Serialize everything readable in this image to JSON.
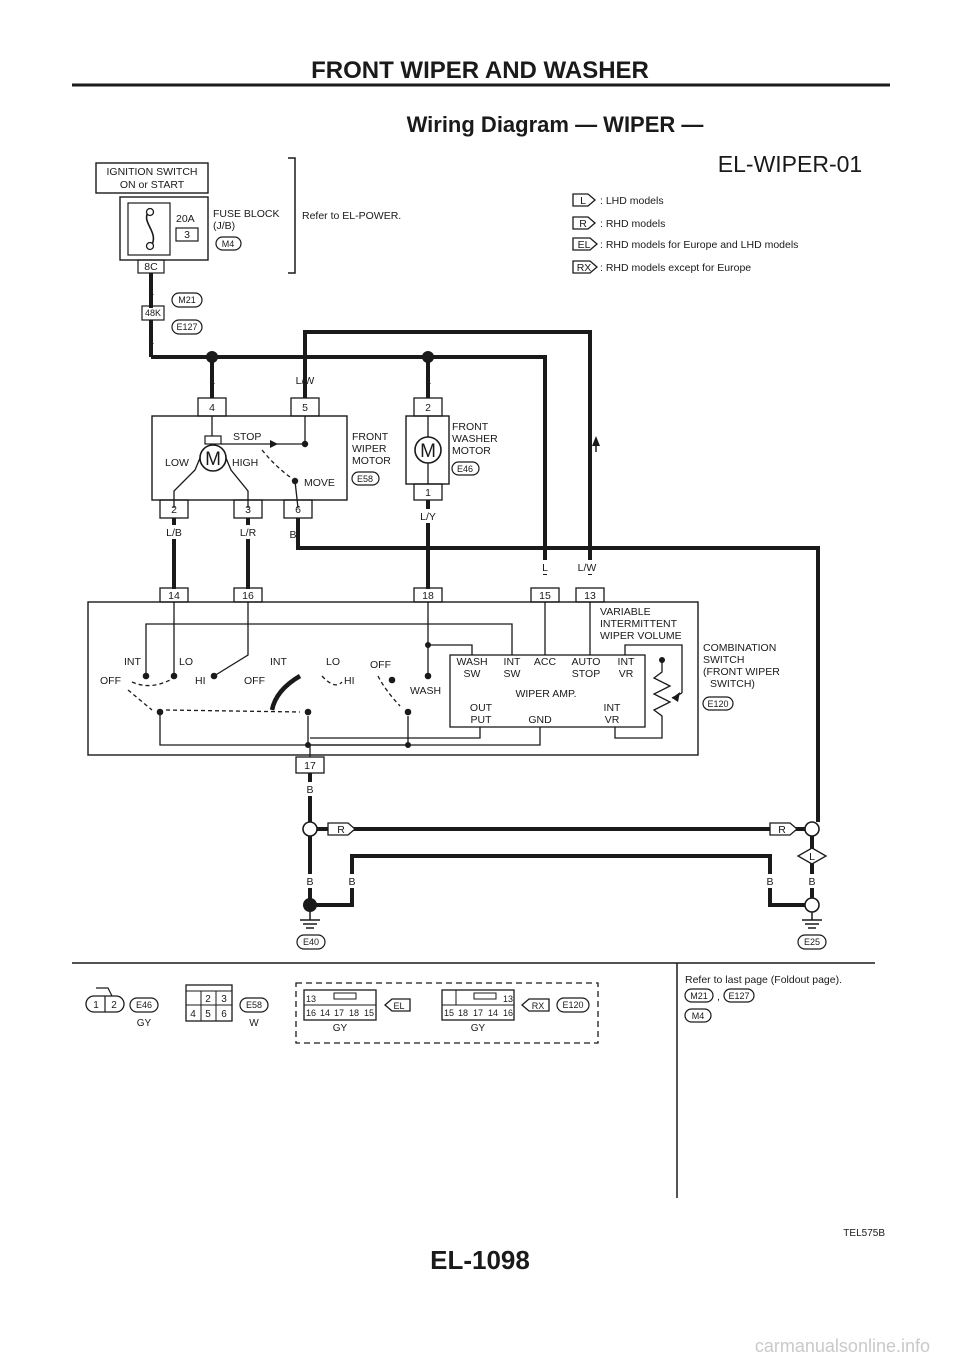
{
  "header": {
    "title": "FRONT WIPER AND WASHER"
  },
  "diagram": {
    "title": "Wiring Diagram — WIPER —",
    "code": "EL-WIPER-01",
    "figure_id": "TEL575B",
    "page": "EL-1098"
  },
  "legend": [
    {
      "tag": "L",
      "text": ": LHD models"
    },
    {
      "tag": "R",
      "text": ": RHD models"
    },
    {
      "tag": "EL",
      "text": ": RHD models for Europe and LHD models"
    },
    {
      "tag": "RX",
      "text": ": RHD models except for Europe"
    }
  ],
  "power": {
    "ignition": [
      "IGNITION SWITCH",
      "ON or START"
    ],
    "fuse_amp": "20A",
    "fuse_no": "3",
    "fuse_block": [
      "FUSE BLOCK",
      "(J/B)"
    ],
    "fuse_conn": "M4",
    "refer": "Refer to EL-POWER.",
    "term_8c": "8C",
    "term_48k": "48K",
    "conn_m21": "M21",
    "conn_e127": "E127",
    "wire_L": "L"
  },
  "wiper_motor": {
    "name": [
      "FRONT",
      "WIPER",
      "MOTOR"
    ],
    "conn": "E58",
    "stop": "STOP",
    "low": "LOW",
    "high": "HIGH",
    "move": "MOVE",
    "m": "M",
    "pins": [
      "4",
      "5",
      "2",
      "3",
      "6"
    ],
    "wires": [
      "L",
      "L/W",
      "L/B",
      "L/R",
      "B"
    ]
  },
  "washer_motor": {
    "name": [
      "FRONT",
      "WASHER",
      "MOTOR"
    ],
    "conn": "E46",
    "m": "M",
    "pins": [
      "2",
      "1"
    ],
    "wires": [
      "L",
      "L/Y"
    ]
  },
  "combination_switch": {
    "name": [
      "COMBINATION",
      "SWITCH",
      "(FRONT WIPER",
      "SWITCH)"
    ],
    "conn": "E120",
    "pins_top": [
      "14",
      "16",
      "18",
      "15",
      "13"
    ],
    "pin_bottom": "17",
    "volume": [
      "VARIABLE",
      "INTERMITTENT",
      "WIPER VOLUME"
    ],
    "sw_labels": [
      "INT",
      "LO",
      "OFF",
      "HI",
      "INT",
      "LO",
      "OFF",
      "HI",
      "OFF",
      "WASH"
    ],
    "amp_top": [
      "WASH",
      "SW",
      "INT",
      "SW",
      "ACC",
      "AUTO",
      "STOP",
      "INT",
      "VR"
    ],
    "amp_title": "WIPER AMP.",
    "amp_bottom": [
      "OUT",
      "PUT",
      "GND",
      "INT",
      "VR"
    ],
    "top_wires": [
      "L",
      "L/W"
    ]
  },
  "ground": {
    "wire_b": "B",
    "wire_r": "R",
    "left": "E40",
    "right": "E25",
    "tag_r": "R",
    "tag_l": "L"
  },
  "connectors": {
    "e46_pins": [
      "1",
      "2"
    ],
    "e46_label": "E46",
    "e46_color": "GY",
    "e58_top": [
      "2",
      "3"
    ],
    "e58_bottom": [
      "4",
      "5",
      "6"
    ],
    "e58_label": "E58",
    "e58_color": "W",
    "el_top": [
      "13"
    ],
    "el_bottom": [
      "16",
      "14",
      "17",
      "18",
      "15"
    ],
    "el_tag": "EL",
    "el_color": "GY",
    "rx_top": [
      "13"
    ],
    "rx_bottom": [
      "15",
      "18",
      "17",
      "14",
      "16"
    ],
    "rx_tag": "RX",
    "rx_label": "E120",
    "rx_color": "GY",
    "refer": "Refer to last page (Foldout page).",
    "refer_conns": [
      "M21",
      ",",
      "E127",
      "M4"
    ]
  },
  "footer": {
    "site": "carmanualsonline.info"
  }
}
